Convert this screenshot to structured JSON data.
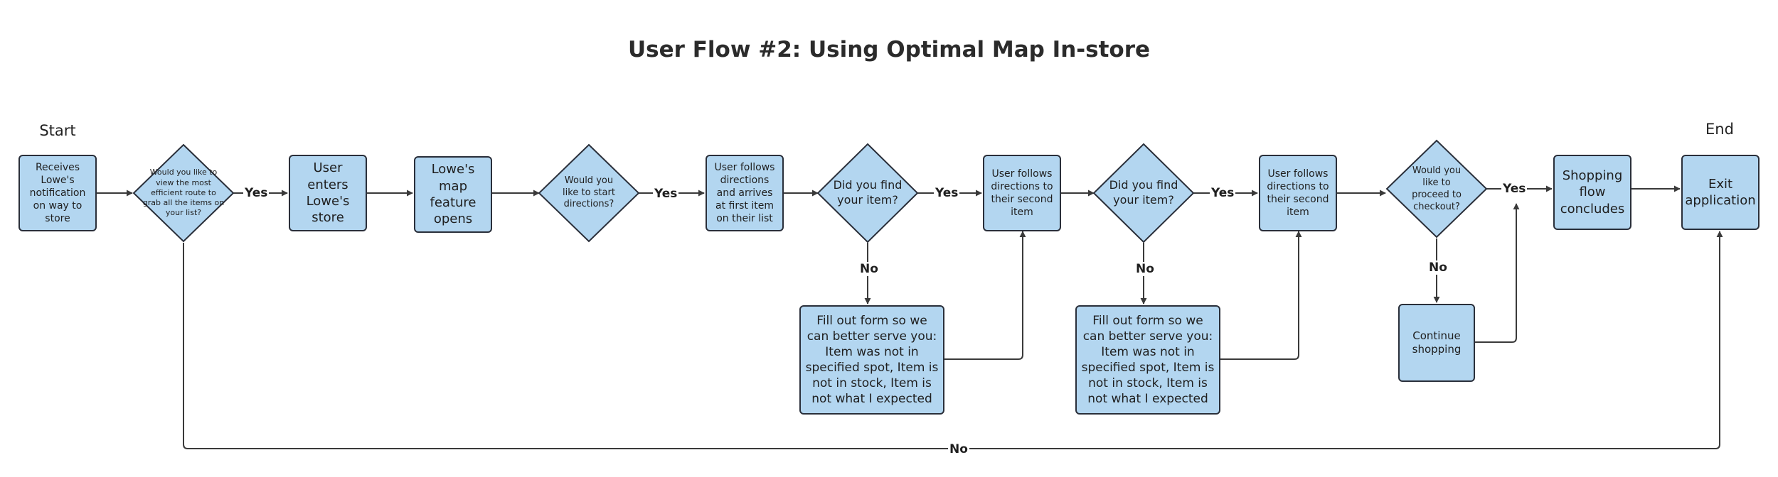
{
  "title": "User Flow #2: Using Optimal Map In-store",
  "start_label": "Start",
  "end_label": "End",
  "colors": {
    "node_fill": "#b3d6f0",
    "node_border": "#2a2f3a",
    "connector": "#3a3a3a"
  },
  "nodes": {
    "receives": "Receives Lowe's notification on way to store",
    "q_route": "Would you like to view the most efficient route to grab all the items on your list?",
    "enters": "User enters Lowe's store",
    "map_opens": "Lowe's map feature opens",
    "q_directions": "Would you like to start directions?",
    "follows_first": "User follows directions and arrives at first item on their list",
    "q_find1": "Did you find your item?",
    "follows_second1": "User follows directions to their second item",
    "form1": "Fill out form so we can better serve you: Item was not in specified spot, Item is not in stock, Item is not what I expected",
    "q_find2": "Did you find your item?",
    "follows_second2": "User follows directions to their second item",
    "form2": "Fill out form so we can better serve you: Item was not in specified spot, Item is not in stock, Item is not what I expected",
    "q_checkout": "Would you like to proceed to checkout?",
    "continue": "Continue shopping",
    "concludes": "Shopping flow concludes",
    "exit": "Exit application"
  },
  "edge_labels": {
    "yes1": "Yes",
    "yes2": "Yes",
    "yes3": "Yes",
    "yes4": "Yes",
    "yes5": "Yes",
    "no1": "No",
    "no2": "No",
    "no3": "No",
    "no_bottom": "No"
  }
}
